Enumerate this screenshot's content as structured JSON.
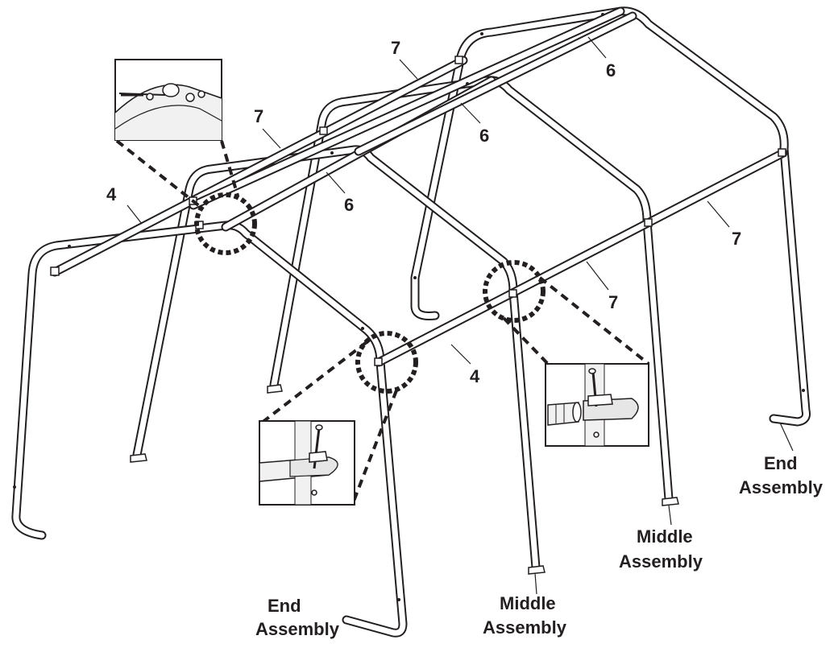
{
  "part_labels": {
    "p4_left": "4",
    "p4_center": "4",
    "p6_a": "6",
    "p6_b": "6",
    "p6_c": "6",
    "p7_a": "7",
    "p7_b": "7",
    "p7_c": "7",
    "p7_d": "7"
  },
  "assembly_labels": {
    "end_front": [
      "End",
      "Assembly"
    ],
    "end_back": [
      "End",
      "Assembly"
    ],
    "middle_front": [
      "Middle",
      "Assembly"
    ],
    "middle_back": [
      "Middle",
      "Assembly"
    ]
  },
  "insets": {
    "top_left": "ridge-connector-detail",
    "bottom_center": "eave-bolt-detail",
    "right": "side-rail-bolt-detail"
  }
}
